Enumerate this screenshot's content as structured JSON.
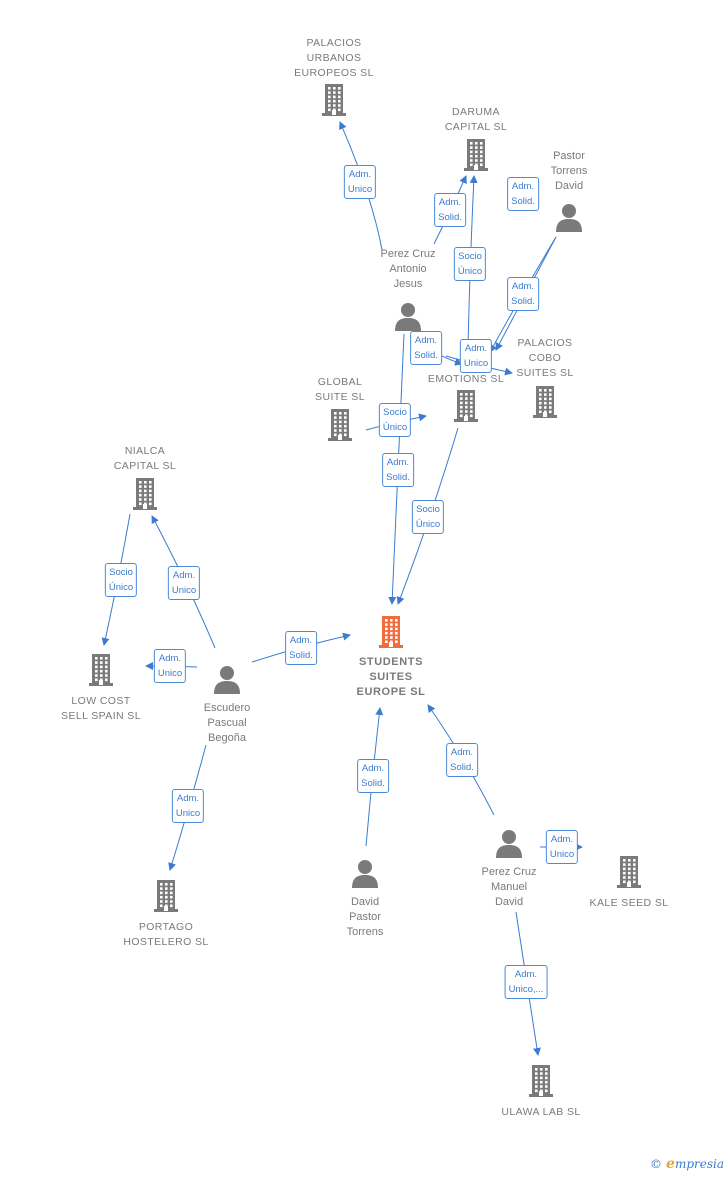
{
  "nodes": [
    {
      "id": "palacios-urbanos",
      "type": "company",
      "label": "PALACIOS\nURBANOS\nEUROPEOS SL"
    },
    {
      "id": "daruma",
      "type": "company",
      "label": "DARUMA\nCAPITAL  SL"
    },
    {
      "id": "pastor-torrens-david",
      "type": "person",
      "label": "Pastor\nTorrens\nDavid"
    },
    {
      "id": "perez-cruz-antonio",
      "type": "person",
      "label": "Perez Cruz\nAntonio\nJesus"
    },
    {
      "id": "palacios-cobo",
      "type": "company",
      "label": "PALACIOS\nCOBO\nSUITES SL"
    },
    {
      "id": "emotions",
      "type": "company",
      "label": "M\nEMOTIONS SL"
    },
    {
      "id": "global-suite",
      "type": "company",
      "label": "GLOBAL\nSUITE SL"
    },
    {
      "id": "nialca",
      "type": "company",
      "label": "NIALCA\nCAPITAL  SL"
    },
    {
      "id": "students-suites",
      "type": "focus",
      "label": "STUDENTS\nSUITES\nEUROPE  SL"
    },
    {
      "id": "low-cost",
      "type": "company",
      "label": "LOW COST\nSELL SPAIN  SL"
    },
    {
      "id": "escudero",
      "type": "person",
      "label": "Escudero\nPascual\nBegoña"
    },
    {
      "id": "portago",
      "type": "company",
      "label": "PORTAGO\nHOSTELERO SL"
    },
    {
      "id": "david-pastor-torrens",
      "type": "person",
      "label": "David\nPastor\nTorrens"
    },
    {
      "id": "perez-cruz-manuel",
      "type": "person",
      "label": "Perez Cruz\nManuel\nDavid"
    },
    {
      "id": "kale-seed",
      "type": "company",
      "label": "KALE SEED  SL"
    },
    {
      "id": "ulawa",
      "type": "company",
      "label": "ULAWA LAB  SL"
    }
  ],
  "edges": [
    {
      "from": "perez-cruz-antonio",
      "to": "palacios-urbanos",
      "label": "Adm.\nUnico"
    },
    {
      "from": "perez-cruz-antonio",
      "to": "daruma",
      "label": "Adm.\nSolid."
    },
    {
      "from": "emotions",
      "to": "daruma",
      "label": "Socio\nÚnico"
    },
    {
      "from": "pastor-torrens-david",
      "to": "daruma",
      "label": "Adm.\nSolid."
    },
    {
      "from": "pastor-torrens-david",
      "to": "emotions",
      "label": "Adm.\nSolid."
    },
    {
      "from": "perez-cruz-antonio",
      "to": "emotions",
      "label": "Adm.\nSolid."
    },
    {
      "from": "perez-cruz-antonio",
      "to": "palacios-cobo",
      "label": "Adm.\nUnico"
    },
    {
      "from": "global-suite",
      "to": "emotions",
      "label": "Socio\nÚnico"
    },
    {
      "from": "perez-cruz-antonio",
      "to": "students-suites",
      "label": "Adm.\nSolid."
    },
    {
      "from": "emotions",
      "to": "students-suites",
      "label": "Socio\nÚnico"
    },
    {
      "from": "nialca",
      "to": "low-cost",
      "label": "Socio\nÚnico"
    },
    {
      "from": "escudero",
      "to": "nialca",
      "label": "Adm.\nUnico"
    },
    {
      "from": "escudero",
      "to": "low-cost",
      "label": "Adm.\nUnico"
    },
    {
      "from": "escudero",
      "to": "students-suites",
      "label": "Adm.\nSolid."
    },
    {
      "from": "escudero",
      "to": "portago",
      "label": "Adm.\nUnico"
    },
    {
      "from": "david-pastor-torrens",
      "to": "students-suites",
      "label": "Adm.\nSolid."
    },
    {
      "from": "perez-cruz-manuel",
      "to": "students-suites",
      "label": "Adm.\nSolid."
    },
    {
      "from": "perez-cruz-manuel",
      "to": "kale-seed",
      "label": "Adm.\nUnico"
    },
    {
      "from": "perez-cruz-manuel",
      "to": "ulawa",
      "label": "Adm.\nUnico,..."
    }
  ],
  "colors": {
    "edge": "#3b7bd0",
    "icon": "#7a7a7a",
    "focus": "#f26b3a"
  },
  "footer": {
    "copyright": "©",
    "brand_initial": "e",
    "brand_rest": "mpresia"
  }
}
